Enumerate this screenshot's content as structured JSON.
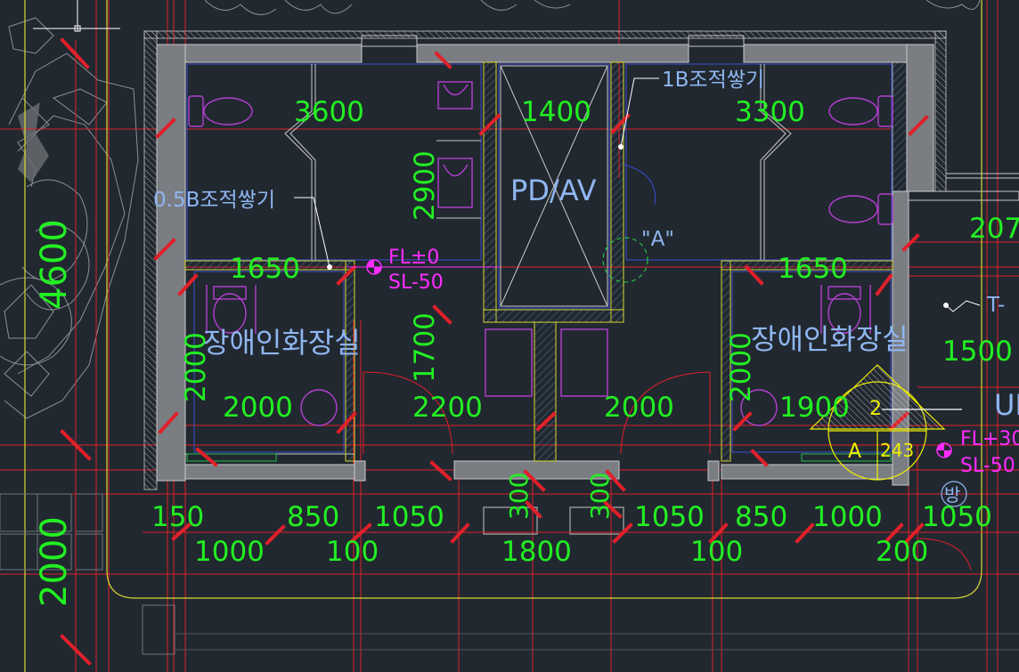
{
  "colors": {
    "background": "#212830",
    "dimension_text": "#22f022",
    "label_text": "#8fb6f0",
    "wall_fill": "#7a7d82",
    "wall_outline": "#c9c9c9",
    "red_grid": "#e0202a",
    "fixture": "#b43fd0",
    "yellow_line": "#d8d832",
    "magenta_marker": "#ff2cff",
    "hatch": "#4a6a88",
    "callout_yellow": "#f0f000"
  },
  "dimensions": {
    "top_left_room": "3600",
    "top_middle_room": "1400",
    "top_right_room": "3300",
    "partial_right_top": "207",
    "left_stall_width": "1650",
    "right_stall_width": "1650",
    "left_vertical_overall": "4600",
    "left_vertical_bottom": "2000",
    "shaft_vertical": "2900",
    "corridor_vertical": "1700",
    "left_stall_vertical": "2000",
    "right_stall_vertical": "2000",
    "right_side_1500": "1500",
    "left_stall_inner": "2000",
    "corridor_2200": "2200",
    "corridor_2000": "2000",
    "right_stall_inner": "1900",
    "door_300_left": "300",
    "door_300_right": "300",
    "row1": [
      "150",
      "850",
      "1050",
      "1050",
      "850",
      "1000",
      "1050"
    ],
    "row2": [
      "1000",
      "100",
      "1800",
      "100",
      "200"
    ]
  },
  "labels": {
    "shaft": "PD/AV",
    "masonry_1b": "1B조적쌓기",
    "masonry_05b": "0.5B조적쌓기",
    "detail_a": "\"A\"",
    "fl_left": "FL±0",
    "sl_left": "SL-50",
    "accessible_left": "장애인화장실",
    "accessible_right": "장애인화장실",
    "t_label": "T-",
    "ui_partial": "UI",
    "fl_right": "FL+30",
    "sl_right": "SL-50",
    "room_bang": "방"
  },
  "callout": {
    "letter": "A",
    "number_top": "2",
    "number_bottom": "243"
  },
  "icons": {
    "crosshair": "crosshair-cursor-icon",
    "level_marker": "level-marker-icon",
    "section_callout": "section-callout-icon"
  }
}
